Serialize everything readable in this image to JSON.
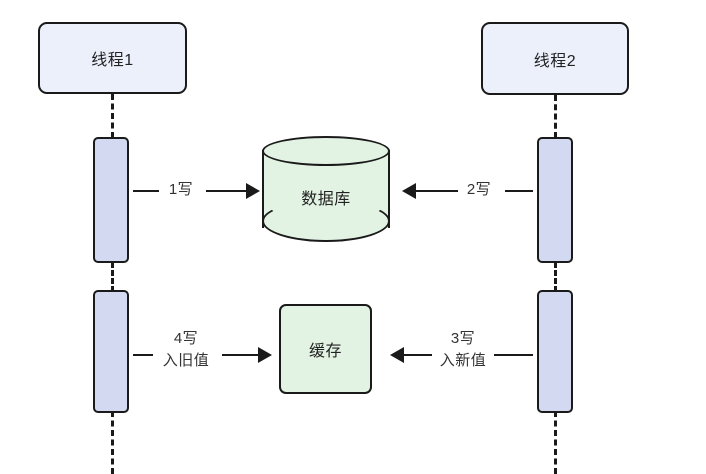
{
  "diagram": {
    "type": "sequence-diagram",
    "title": "",
    "background": "#ffffff",
    "colors": {
      "actor_fill": "#ECF0FB",
      "activation_fill": "#D3D9F0",
      "store_fill": "#E2F3E3",
      "stroke": "#1a1a1a",
      "text": "#222222"
    }
  },
  "actors": [
    {
      "id": "thread1",
      "label": "线程1"
    },
    {
      "id": "thread2",
      "label": "线程2"
    }
  ],
  "stores": [
    {
      "id": "database",
      "label": "数据库",
      "shape": "cylinder"
    },
    {
      "id": "cache",
      "label": "缓存",
      "shape": "rounded-rect"
    }
  ],
  "messages": [
    {
      "id": "m1",
      "from": "thread1",
      "to": "database",
      "label": "1写",
      "direction": "right"
    },
    {
      "id": "m2",
      "from": "thread2",
      "to": "database",
      "label": "2写",
      "direction": "left"
    },
    {
      "id": "m4",
      "from": "thread1",
      "to": "cache",
      "label": "4写\n入旧值",
      "direction": "right"
    },
    {
      "id": "m3",
      "from": "thread2",
      "to": "cache",
      "label": "3写\n入新值",
      "direction": "left"
    }
  ]
}
